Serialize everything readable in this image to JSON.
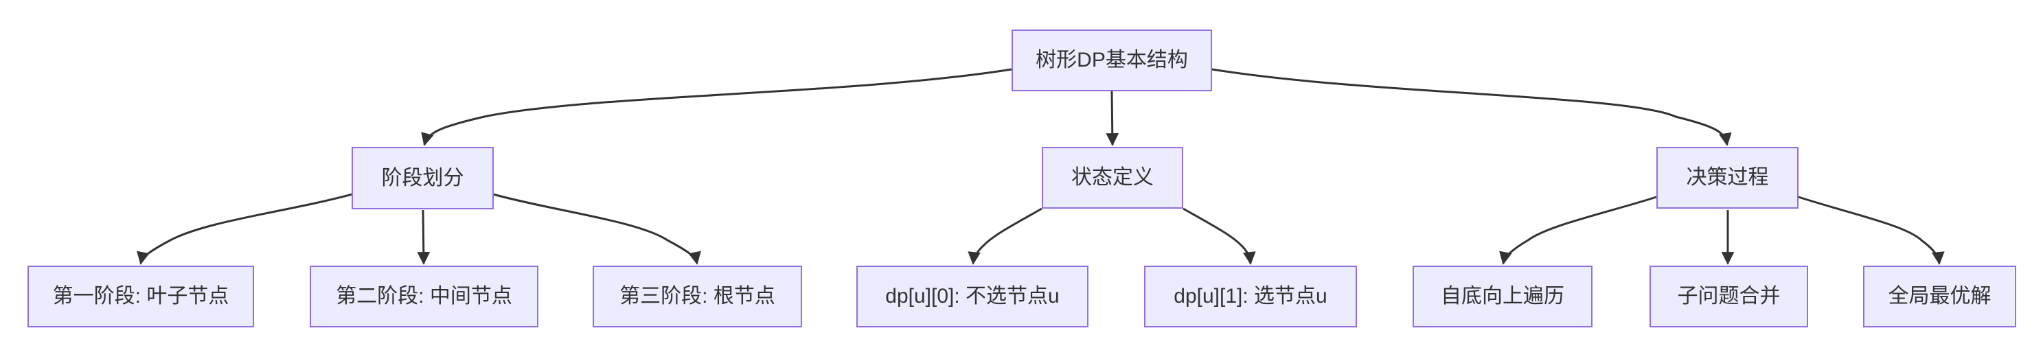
{
  "diagram": {
    "type": "flowchart-tree",
    "colors": {
      "background": "#ffffff",
      "node_fill": "#ECECFF",
      "node_border": "#9370DB",
      "edge": "#333333",
      "text": "#333333"
    },
    "nodes": {
      "root": {
        "label": "树形DP基本结构"
      },
      "stage": {
        "label": "阶段划分"
      },
      "state": {
        "label": "状态定义"
      },
      "decision": {
        "label": "决策过程"
      },
      "stage1": {
        "label": "第一阶段: 叶子节点"
      },
      "stage2": {
        "label": "第二阶段: 中间节点"
      },
      "stage3": {
        "label": "第三阶段: 根节点"
      },
      "dp0": {
        "label": "dp[u][0]: 不选节点u"
      },
      "dp1": {
        "label": "dp[u][1]: 选节点u"
      },
      "proc1": {
        "label": "自底向上遍历"
      },
      "proc2": {
        "label": "子问题合并"
      },
      "proc3": {
        "label": "全局最优解"
      }
    },
    "edges": [
      {
        "from": "树形DP基本结构",
        "to": "阶段划分"
      },
      {
        "from": "树形DP基本结构",
        "to": "状态定义"
      },
      {
        "from": "树形DP基本结构",
        "to": "决策过程"
      },
      {
        "from": "阶段划分",
        "to": "第一阶段: 叶子节点"
      },
      {
        "from": "阶段划分",
        "to": "第二阶段: 中间节点"
      },
      {
        "from": "阶段划分",
        "to": "第三阶段: 根节点"
      },
      {
        "from": "状态定义",
        "to": "dp[u][0]: 不选节点u"
      },
      {
        "from": "状态定义",
        "to": "dp[u][1]: 选节点u"
      },
      {
        "from": "决策过程",
        "to": "自底向上遍历"
      },
      {
        "from": "决策过程",
        "to": "子问题合并"
      },
      {
        "from": "决策过程",
        "to": "全局最优解"
      }
    ]
  }
}
